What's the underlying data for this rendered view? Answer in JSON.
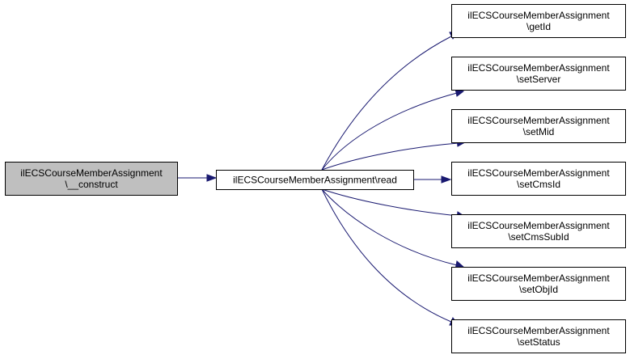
{
  "colors": {
    "edge": "#191970",
    "source_fill": "#bfbfbf",
    "node_fill": "#ffffff",
    "border": "#000000"
  },
  "nodes": [
    {
      "id": "construct",
      "lines": [
        "ilECSCourseMemberAssignment",
        "\\__construct"
      ],
      "highlighted": true
    },
    {
      "id": "read",
      "lines": [
        "ilECSCourseMemberAssignment\\read"
      ],
      "highlighted": false
    },
    {
      "id": "getId",
      "lines": [
        "ilECSCourseMemberAssignment",
        "\\getId"
      ],
      "highlighted": false
    },
    {
      "id": "setServer",
      "lines": [
        "ilECSCourseMemberAssignment",
        "\\setServer"
      ],
      "highlighted": false
    },
    {
      "id": "setMid",
      "lines": [
        "ilECSCourseMemberAssignment",
        "\\setMid"
      ],
      "highlighted": false
    },
    {
      "id": "setCmsId",
      "lines": [
        "ilECSCourseMemberAssignment",
        "\\setCmsId"
      ],
      "highlighted": false
    },
    {
      "id": "setCmsSubId",
      "lines": [
        "ilECSCourseMemberAssignment",
        "\\setCmsSubId"
      ],
      "highlighted": false
    },
    {
      "id": "setObjId",
      "lines": [
        "ilECSCourseMemberAssignment",
        "\\setObjId"
      ],
      "highlighted": false
    },
    {
      "id": "setStatus",
      "lines": [
        "ilECSCourseMemberAssignment",
        "\\setStatus"
      ],
      "highlighted": false
    }
  ],
  "edges": [
    {
      "from": "construct",
      "to": "read"
    },
    {
      "from": "read",
      "to": "getId"
    },
    {
      "from": "read",
      "to": "setServer"
    },
    {
      "from": "read",
      "to": "setMid"
    },
    {
      "from": "read",
      "to": "setCmsId"
    },
    {
      "from": "read",
      "to": "setCmsSubId"
    },
    {
      "from": "read",
      "to": "setObjId"
    },
    {
      "from": "read",
      "to": "setStatus"
    }
  ]
}
